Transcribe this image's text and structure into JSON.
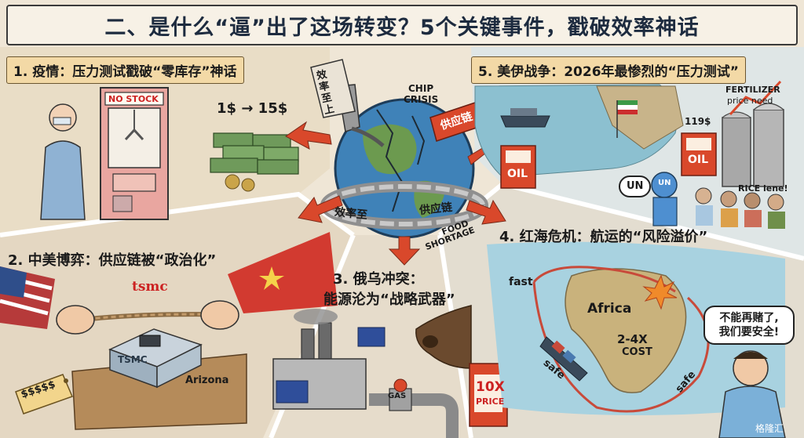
{
  "title": "二、是什么“逼”出了这场转变？5个关键事件，戳破效率神话",
  "sections": {
    "s1": {
      "heading": "1. 疫情：压力测试戳破“零库存”神话",
      "sign": "NO STOCK",
      "price": "1$ → 15$"
    },
    "s2": {
      "heading": "2. 中美博弈：供应链被“政治化”",
      "logo": "tsmc",
      "building": "TSMC",
      "location": "Arizona",
      "tag": "$$$$$"
    },
    "s3": {
      "heading_line1": "3. 俄乌冲突：",
      "heading_line2": "能源沦为“战略武器”",
      "gas": "GAS",
      "pump_big": "10X",
      "pump_small": "PRICE"
    },
    "s4": {
      "heading": "4. 红海危机：航运的“风险溢价”",
      "fast": "fast",
      "continent": "Africa",
      "cost_line1": "2-4X",
      "cost_line2": "COST",
      "safe_left": "safe",
      "safe_right": "safe",
      "bubble_line1": "不能再赌了,",
      "bubble_line2": "我们要安全!"
    },
    "s5": {
      "heading": "5. 美伊战争：2026年最惨烈的“压力测试”",
      "fertilizer_line1": "FERTILIZER",
      "fertilizer_line2": "price need",
      "price": "119$",
      "oil1": "OIL",
      "oil2": "OIL",
      "un_bubble": "UN",
      "un_helmet": "UN",
      "rice": "RICE lene!"
    }
  },
  "center": {
    "chip_line1": "CHIP",
    "chip_line2": "CRISIS",
    "sign_vertical": "效率至上",
    "sign_supply": "供应链",
    "chain_left": "效率至",
    "chain_right": "供应链",
    "food_line1": "FOOD",
    "food_line2": "SHORTAGE"
  },
  "watermark": "格隆汇",
  "colors": {
    "title_text": "#1d2b3f",
    "heading_bg": "#f3d9a6",
    "arrow_red": "#d9482b",
    "divider": "#ffffff"
  }
}
